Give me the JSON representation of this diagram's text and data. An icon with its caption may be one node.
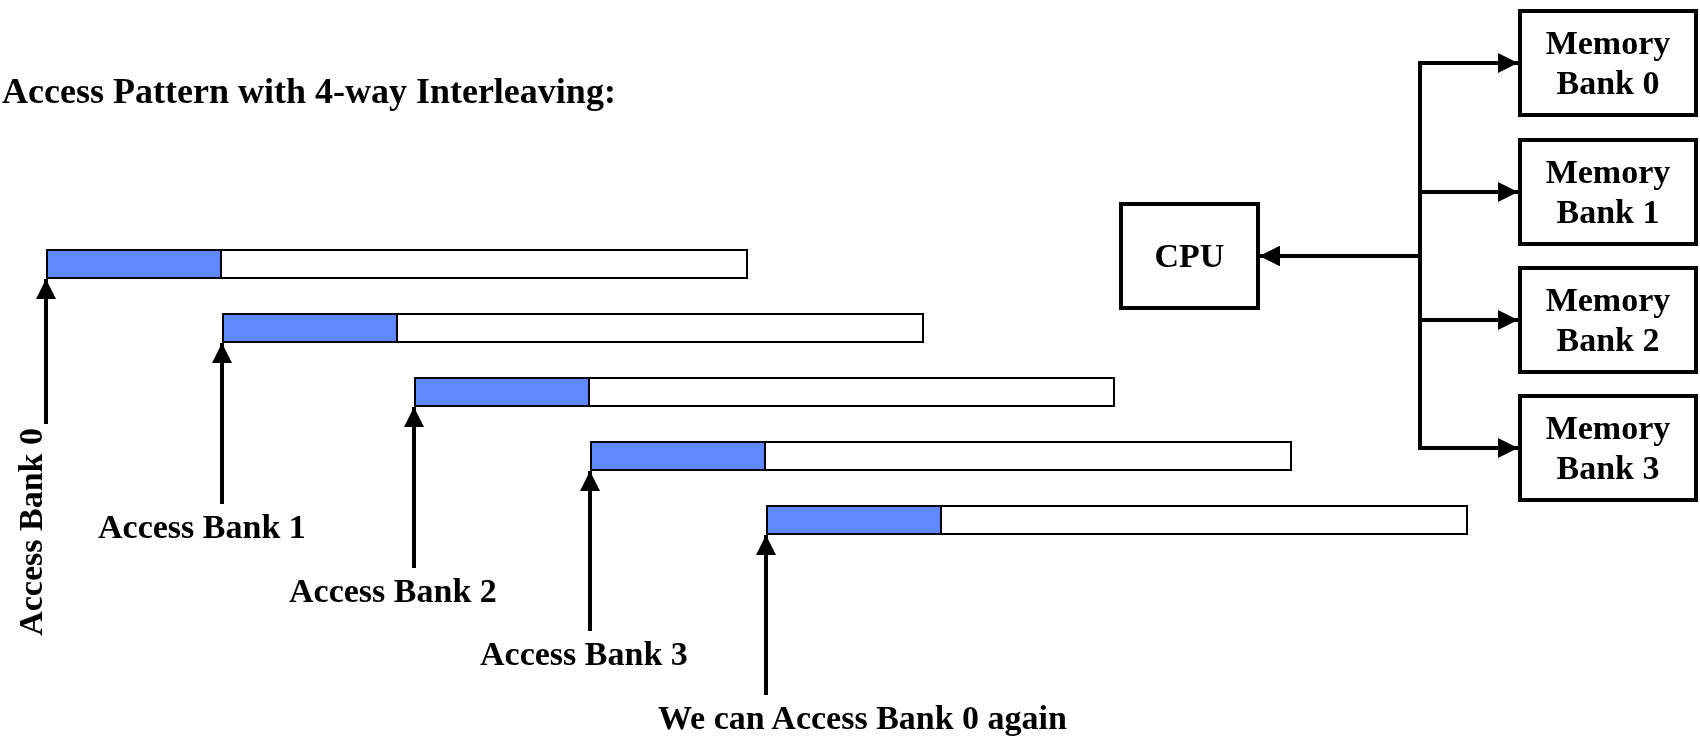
{
  "diagram": {
    "title": "Access Pattern with 4-way Interleaving:",
    "nodes": [
      {
        "text": [],
        "shape": "bar"
      },
      {
        "text": [],
        "shape": "bar"
      },
      {
        "text": [],
        "shape": "bar"
      },
      {
        "text": [],
        "shape": "bar"
      },
      {
        "text": [],
        "shape": "bar"
      },
      {
        "text": [
          "Access Bank 0"
        ]
      },
      {
        "text": [
          "Access Bank 1"
        ]
      },
      {
        "text": [
          "Access Bank 2"
        ]
      },
      {
        "text": [
          "Access Bank 3"
        ]
      },
      {
        "text": [
          "We can Access Bank 0 again"
        ]
      },
      {
        "text": [
          "CPU"
        ]
      },
      {
        "text": [
          "Memory Bank 0"
        ]
      },
      {
        "text": [
          "Memory Bank 1"
        ]
      },
      {
        "text": [
          "Memory Bank 2"
        ]
      },
      {
        "text": [
          "Memory Bank 3"
        ]
      }
    ],
    "edges": [
      {
        "from": 5,
        "to": 0,
        "arrow": "to"
      },
      {
        "from": 6,
        "to": 1,
        "arrow": "to"
      },
      {
        "from": 7,
        "to": 2,
        "arrow": "to"
      },
      {
        "from": 8,
        "to": 3,
        "arrow": "to"
      },
      {
        "from": 9,
        "to": 4,
        "arrow": "to"
      },
      {
        "from": 10,
        "to": 11,
        "arrow": "both"
      },
      {
        "from": 10,
        "to": 12,
        "arrow": "both"
      },
      {
        "from": 10,
        "to": 13,
        "arrow": "both"
      },
      {
        "from": 10,
        "to": 14,
        "arrow": "both"
      }
    ]
  }
}
